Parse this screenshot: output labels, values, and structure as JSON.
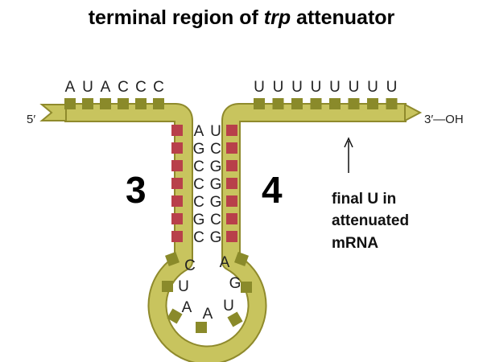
{
  "title": {
    "prefix": "terminal region of ",
    "italic": "trp",
    "suffix": " attenuator"
  },
  "colors": {
    "backbone": "#c8c45e",
    "backbone_edge": "#8f8a2c",
    "base_olive": "#8a8a2a",
    "base_paired": "#b8404a"
  },
  "strand": {
    "five_prime_label": "5′",
    "three_prime_label": "3′—OH",
    "left_top_bases": [
      "A",
      "U",
      "A",
      "C",
      "C",
      "C"
    ],
    "right_top_bases": [
      "U",
      "U",
      "U",
      "U",
      "U",
      "U",
      "U",
      "U"
    ]
  },
  "stem": {
    "left_bases": [
      "A",
      "G",
      "C",
      "C",
      "C",
      "G",
      "C"
    ],
    "right_bases": [
      "U",
      "C",
      "G",
      "G",
      "G",
      "C",
      "G"
    ]
  },
  "loop": {
    "bases": [
      "C",
      "U",
      "A",
      "A",
      "U",
      "G",
      "A"
    ]
  },
  "region_labels": {
    "left": "3",
    "right": "4"
  },
  "annotation": {
    "lines": [
      "final U in",
      "attenuated",
      "mRNA"
    ]
  }
}
